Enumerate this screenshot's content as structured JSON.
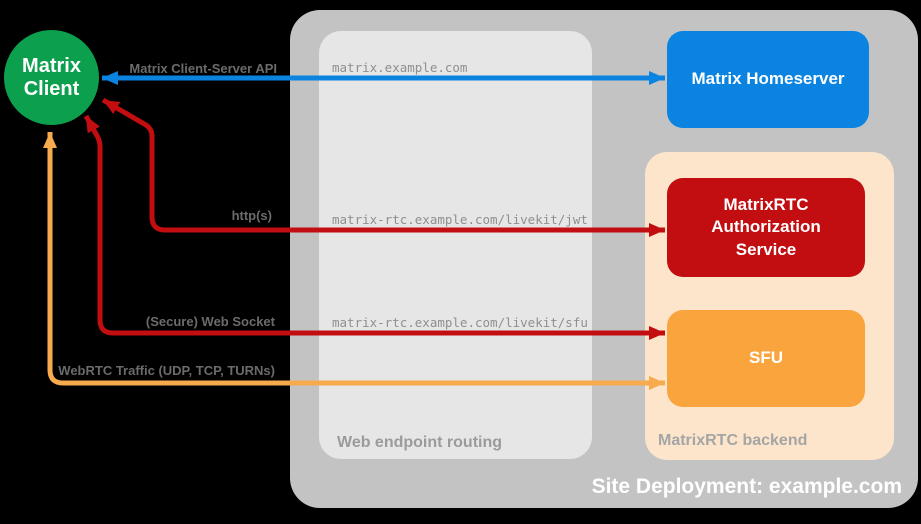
{
  "background": "#000000",
  "client": {
    "label": "Matrix Client",
    "color": "#0ca04e"
  },
  "outer_box": {
    "label": "Site Deployment: example.com",
    "color": "#c3c3c3"
  },
  "routing_box": {
    "label": "Web endpoint routing",
    "color": "#e6e6e6",
    "endpoints": [
      "matrix.example.com",
      "matrix-rtc.example.com/livekit/jwt",
      "matrix-rtc.example.com/livekit/sfu"
    ]
  },
  "backend_box": {
    "label": "MatrixRTC backend",
    "color": "#fce5cb"
  },
  "nodes": {
    "homeserver": {
      "label": "Matrix Homeserver",
      "color": "#0a84e0"
    },
    "auth_service": {
      "label": "MatrixRTC Authorization Service",
      "color": "#c20d11"
    },
    "sfu": {
      "label": "SFU",
      "color": "#f9a43d"
    }
  },
  "edges": {
    "client_server_api": {
      "label": "Matrix Client-Server API",
      "color": "#0a84e0"
    },
    "http": {
      "label": "http(s)",
      "color": "#c20d11"
    },
    "websocket": {
      "label": "(Secure) Web Socket",
      "color": "#c20d11"
    },
    "webrtc": {
      "label": "WebRTC Traffic (UDP, TCP, TURNs)",
      "color": "#f7ab4e"
    }
  }
}
